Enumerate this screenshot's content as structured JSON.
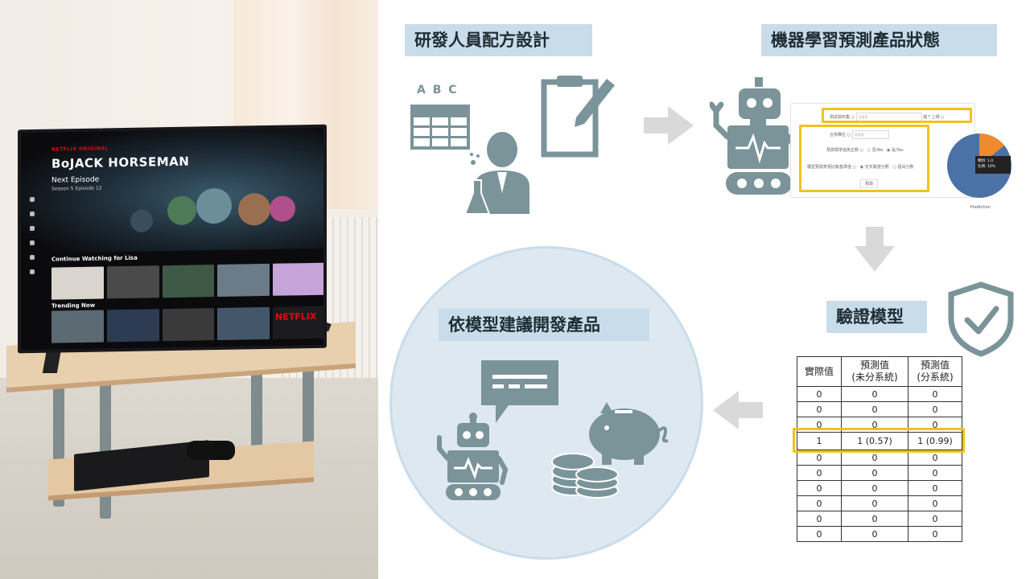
{
  "photo": {
    "tv": {
      "badge": "NETFLIX ORIGINAL",
      "show_title": "BoJACK HORSEMAN",
      "next_episode": "Next Episode",
      "episode_info": "Season 5 Episode 12",
      "continue_row": "Continue Watching for Lisa",
      "trending_row": "Trending Now",
      "logo": "NETFLIX"
    }
  },
  "steps": {
    "design": {
      "label": "研發人員配方設計",
      "abc": "A B C"
    },
    "ml": {
      "label": "機器學習預測產品狀態",
      "ui": {
        "row1_label": "測試資料集",
        "row1_placeholder": "請選擇",
        "row1_hint": "檔",
        "row1_upload": "上傳",
        "row2_label": "合併欄位",
        "row2_placeholder": "請選擇",
        "row3_label": "預測標準值為正數",
        "row3_opt1": "否/No",
        "row3_opt2": "是/Yes",
        "row4_label": "模型預測表現比較基準值",
        "row4_opt1": "交叉驗證分數",
        "row4_opt2": "留出分數",
        "submit": "預測",
        "pie_caption": "Prediction",
        "tooltip_line1": "類別: 1.0",
        "tooltip_line2": "比例: 10%"
      }
    },
    "validate": {
      "label": "驗證模型",
      "table": {
        "headers": [
          "實際值",
          "預測值\n(未分系統)",
          "預測值\n(分系統)"
        ],
        "rows": [
          [
            "0",
            "0",
            "0"
          ],
          [
            "0",
            "0",
            "0"
          ],
          [
            "0",
            "0",
            "0"
          ],
          [
            "1",
            "1 (0.57)",
            "1 (0.99)"
          ],
          [
            "0",
            "0",
            "0"
          ],
          [
            "0",
            "0",
            "0"
          ],
          [
            "0",
            "0",
            "0"
          ],
          [
            "0",
            "0",
            "0"
          ],
          [
            "0",
            "0",
            "0"
          ],
          [
            "0",
            "0",
            "0"
          ]
        ],
        "highlight_row": 3
      }
    },
    "develop": {
      "label": "依模型建議開發產品"
    }
  },
  "colors": {
    "icon": "#7a9499",
    "label_bg": "#c9dcea",
    "highlight": "#f4c01e",
    "arrow": "#d9d9d9",
    "circle_bg": "#dde8f1",
    "pie_blue": "#4a72a6",
    "pie_orange": "#ef8a2e"
  },
  "icons": [
    "table-icon",
    "clipboard-pencil-icon",
    "scientist-icon",
    "robot-icon",
    "shield-check-icon",
    "chat-bubble-icon",
    "piggy-bank-icon",
    "coins-icon",
    "arrow-right-icon",
    "arrow-down-icon",
    "arrow-left-icon"
  ]
}
